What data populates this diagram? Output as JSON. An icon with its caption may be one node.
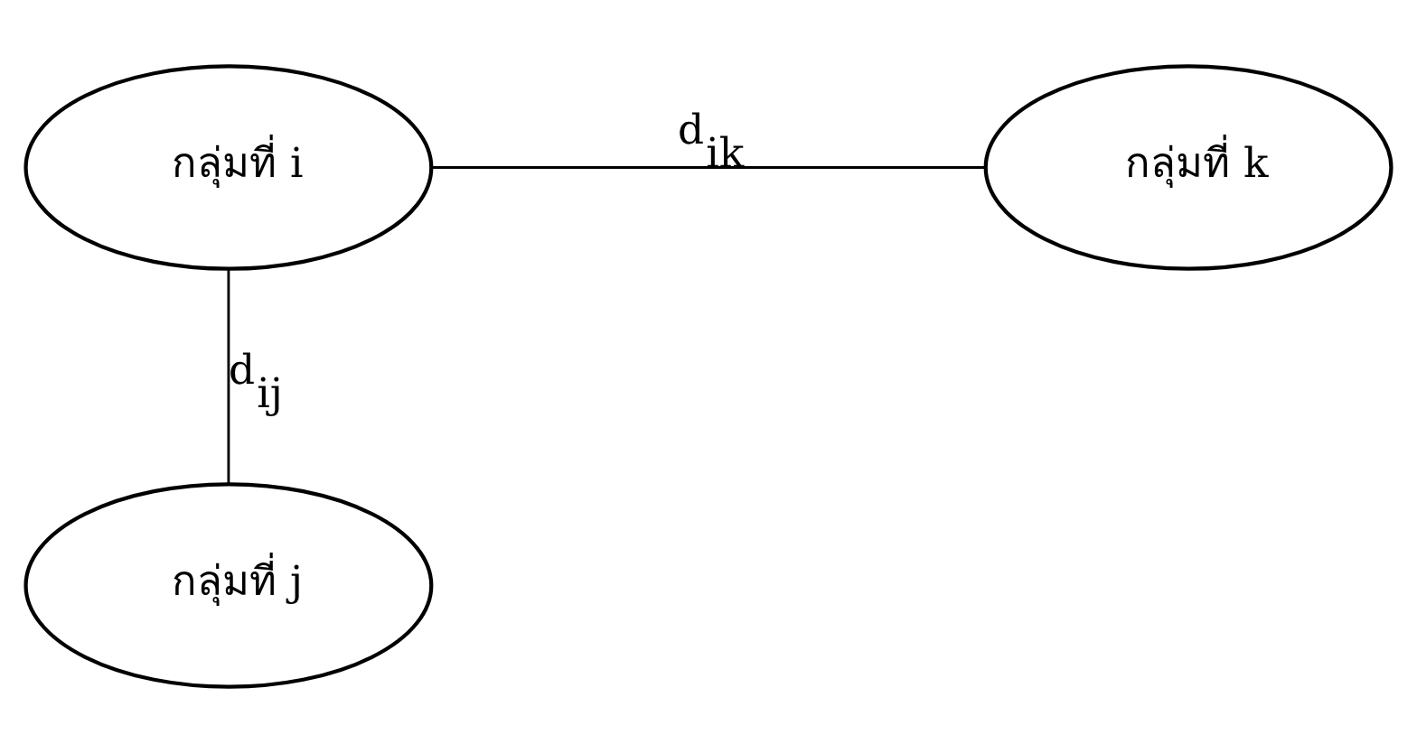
{
  "diagram": {
    "nodes": [
      {
        "text": [
          "กลุ่มที่ i"
        ]
      },
      {
        "text": [
          "กลุ่มที่ k"
        ]
      },
      {
        "text": [
          "กลุ่มที่ j"
        ]
      }
    ],
    "edges": [
      {
        "from": 0,
        "to": 1,
        "arrow": "none",
        "label": "d$_{ik}$"
      },
      {
        "from": 0,
        "to": 2,
        "arrow": "none",
        "label": "d$_{ij}$"
      }
    ]
  }
}
